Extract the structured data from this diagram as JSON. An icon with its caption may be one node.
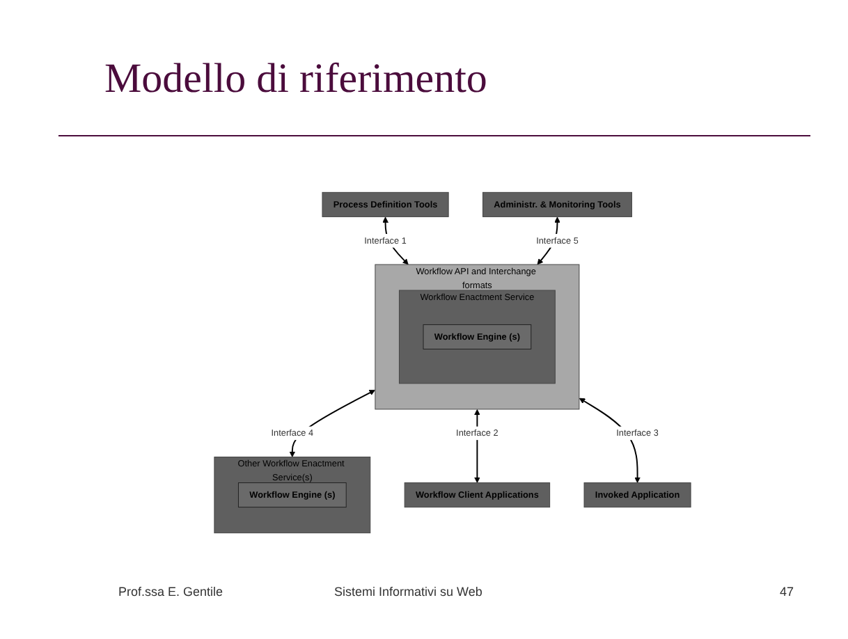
{
  "diagram": {
    "title": "Modello di riferimento",
    "nodes": [
      {
        "text": [
          "Process Definition Tools"
        ]
      },
      {
        "text": [
          "Workflow API and Interchange formats"
        ]
      },
      {
        "text": [
          "Workflow Enactment Service"
        ],
        "in": 1
      },
      {
        "text": [
          "Workflow Engine (s)"
        ],
        "in": 2
      },
      {
        "text": [
          "Administr. & Monitoring Tools"
        ]
      },
      {
        "text": [
          "Other Workflow Enactment Service(s)"
        ]
      },
      {
        "text": [
          "Workflow Engine (s)"
        ],
        "in": 5
      },
      {
        "text": [
          "Workflow Client Applications"
        ]
      },
      {
        "text": [
          "Invoked Application"
        ]
      }
    ],
    "edges": [
      {
        "from": 0,
        "to": 1,
        "arrow": "both",
        "label": "Interface 1"
      },
      {
        "from": 4,
        "to": 1,
        "arrow": "both",
        "label": "Interface 5"
      },
      {
        "from": 1,
        "to": 5,
        "arrow": "both",
        "label": "Interface 4"
      },
      {
        "from": 1,
        "to": 7,
        "arrow": "both",
        "label": "Interface 2"
      },
      {
        "from": 1,
        "to": 8,
        "arrow": "both",
        "label": "Interface 3"
      }
    ],
    "labels": [
      "Prof.ssa E. Gentile",
      "Sistemi Informativi su Web",
      "47"
    ]
  }
}
